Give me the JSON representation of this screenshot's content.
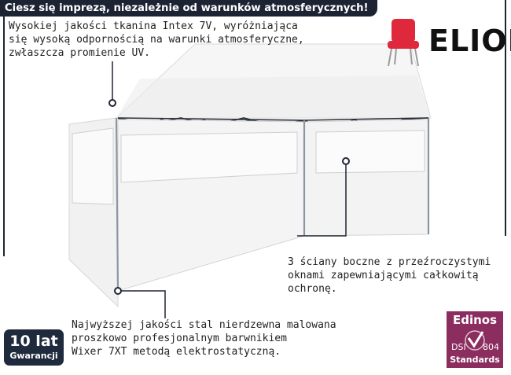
{
  "banner": {
    "text": "Ciesz się imprezą, niezależnie od warunków atmosferycznych!"
  },
  "brand": {
    "name": "ELIOR",
    "icon": "chair-icon",
    "chair_color": "#e0283c"
  },
  "callouts": {
    "fabric": [
      "Wysokiej jakości tkanina Intex 7V, wyróżniająca",
      "się wysoką odpornością na warunki atmosferyczne,",
      "zwłaszcza promienie UV."
    ],
    "walls": [
      "3 ściany boczne z przeźroczystymi",
      "oknami zapewniającymi całkowitą",
      "ochronę."
    ],
    "steel": [
      "Najwyższej jakości stal nierdzewna malowana",
      "proszkowo profesjonalnym barwnikiem",
      "Wixer 7XT metodą elektrostatyczną."
    ]
  },
  "warranty": {
    "big": "10 lat",
    "small": "Gwarancji"
  },
  "edinos": {
    "title": "Edinos",
    "dsi": "DSI",
    "num": "804",
    "standards": "Standards"
  },
  "colors": {
    "dark": "#1f2535",
    "badge": "#8b2d5e",
    "tent_frame": "#8c96a3"
  }
}
